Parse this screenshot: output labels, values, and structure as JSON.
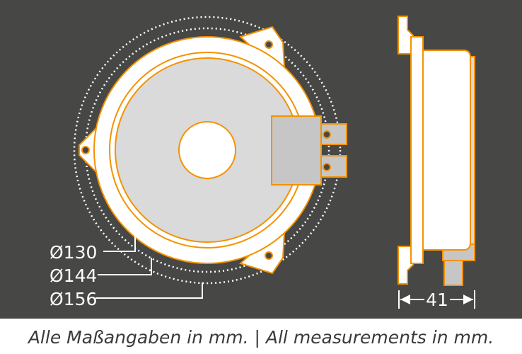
{
  "front_view": {
    "dimensions": [
      {
        "label": "Ø130",
        "value_mm": 130
      },
      {
        "label": "Ø144",
        "value_mm": 144
      },
      {
        "label": "Ø156",
        "value_mm": 156
      }
    ]
  },
  "side_view": {
    "depth_label": "41",
    "depth_mm": 41
  },
  "caption": "Alle Maßangaben in mm. | All measurements in mm.",
  "colors": {
    "background": "#474746",
    "outline": "#f39200",
    "fill_light": "#ffffff",
    "cone": "#dadada",
    "connector": "#c6c6c6"
  }
}
